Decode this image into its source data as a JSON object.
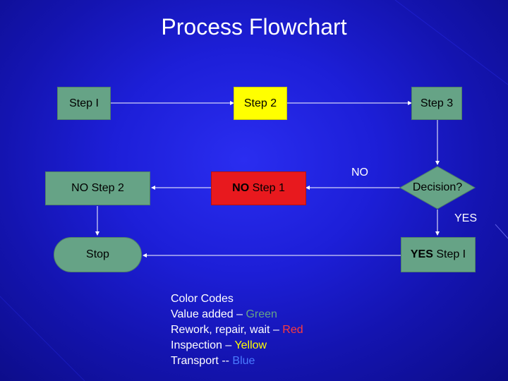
{
  "title": "Process Flowchart",
  "nodes": {
    "step1": "Step I",
    "step2": "Step 2",
    "step3": "Step 3",
    "no_step2": "NO Step 2",
    "no_step1_bold": "NO",
    "no_step1_rest": " Step 1",
    "decision": "Decision?",
    "stop": "Stop",
    "yes_step1_bold": "YES",
    "yes_step1_rest": " Step I"
  },
  "edge_labels": {
    "no": "NO",
    "yes": "YES"
  },
  "legend": {
    "title": "Color Codes",
    "value_added_prefix": "Value added – ",
    "value_added_color": "Green",
    "rework_prefix": "Rework, repair, wait – ",
    "rework_color": "Red",
    "inspection_prefix": "Inspection – ",
    "inspection_color": "Yellow",
    "transport_prefix": "Transport -- ",
    "transport_color": "Blue"
  },
  "colors": {
    "green": "#66a386",
    "red": "#e8191e",
    "yellow": "#ffff00",
    "blue": "#4a7bff",
    "background": "#1d1fd8"
  }
}
